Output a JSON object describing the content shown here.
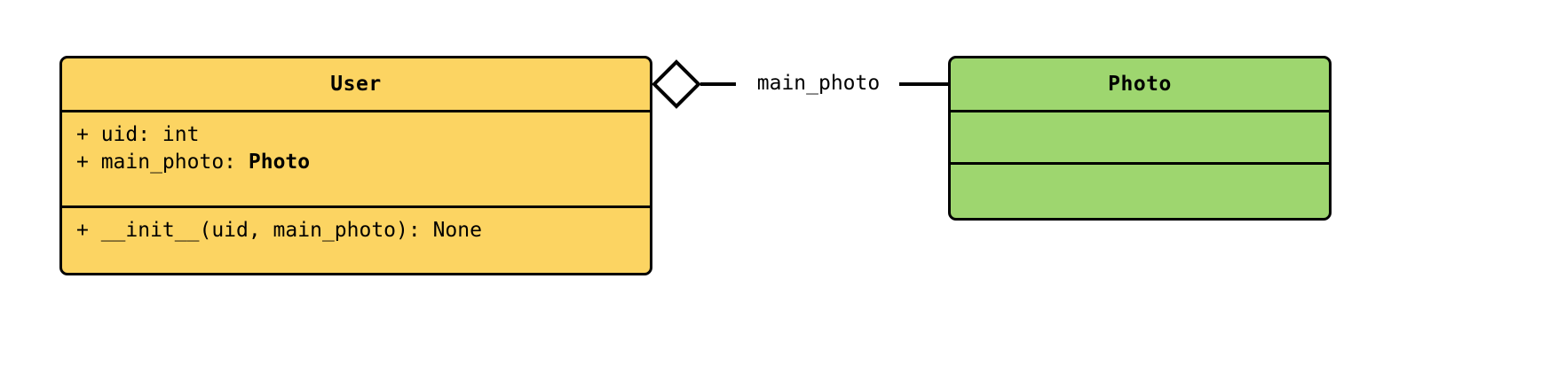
{
  "diagram": {
    "type": "uml-class-diagram",
    "background_color": "#ffffff",
    "border_color": "#000000",
    "classes": [
      {
        "id": "user",
        "name": "User",
        "fill_color": "#FCD462",
        "attributes": [
          {
            "visibility": "+",
            "text": "+ uid: int",
            "bold_suffix": ""
          },
          {
            "visibility": "+",
            "text": "+ main_photo: ",
            "bold_suffix": "Photo"
          }
        ],
        "methods": [
          {
            "visibility": "+",
            "text": "+ __init__(uid, main_photo): None"
          }
        ]
      },
      {
        "id": "photo",
        "name": "Photo",
        "fill_color": "#9ED66F",
        "attributes": [],
        "methods": []
      }
    ],
    "relationship": {
      "kind": "aggregation",
      "label": "main_photo",
      "source": "User",
      "target": "Photo",
      "diamond_fill": "#ffffff",
      "diamond_stroke": "#000000"
    }
  }
}
